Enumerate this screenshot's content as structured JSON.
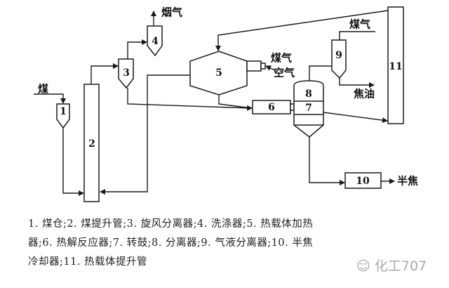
{
  "units": [
    {
      "id": "1"
    },
    {
      "id": "2"
    },
    {
      "id": "3"
    },
    {
      "id": "4"
    },
    {
      "id": "5"
    },
    {
      "id": "6"
    },
    {
      "id": "7"
    },
    {
      "id": "8"
    },
    {
      "id": "9"
    },
    {
      "id": "10"
    },
    {
      "id": "11"
    }
  ],
  "streams": {
    "coal": "煤",
    "flue_gas": "烟气",
    "gas_burner": "煤气",
    "air": "空气",
    "gas_product": "煤气",
    "tar": "焦油",
    "semicoke": "半焦"
  },
  "caption": {
    "line1": "1. 煤仓;2. 煤提升管;3. 旋风分离器;4. 洗涤器;5. 热载体加热",
    "line2": "器;6. 热解反应器;7. 转鼓;8. 分离器;9. 气液分离器;10. 半焦",
    "line3": "冷却器;11. 热载体提升管"
  },
  "watermark": "化工707"
}
